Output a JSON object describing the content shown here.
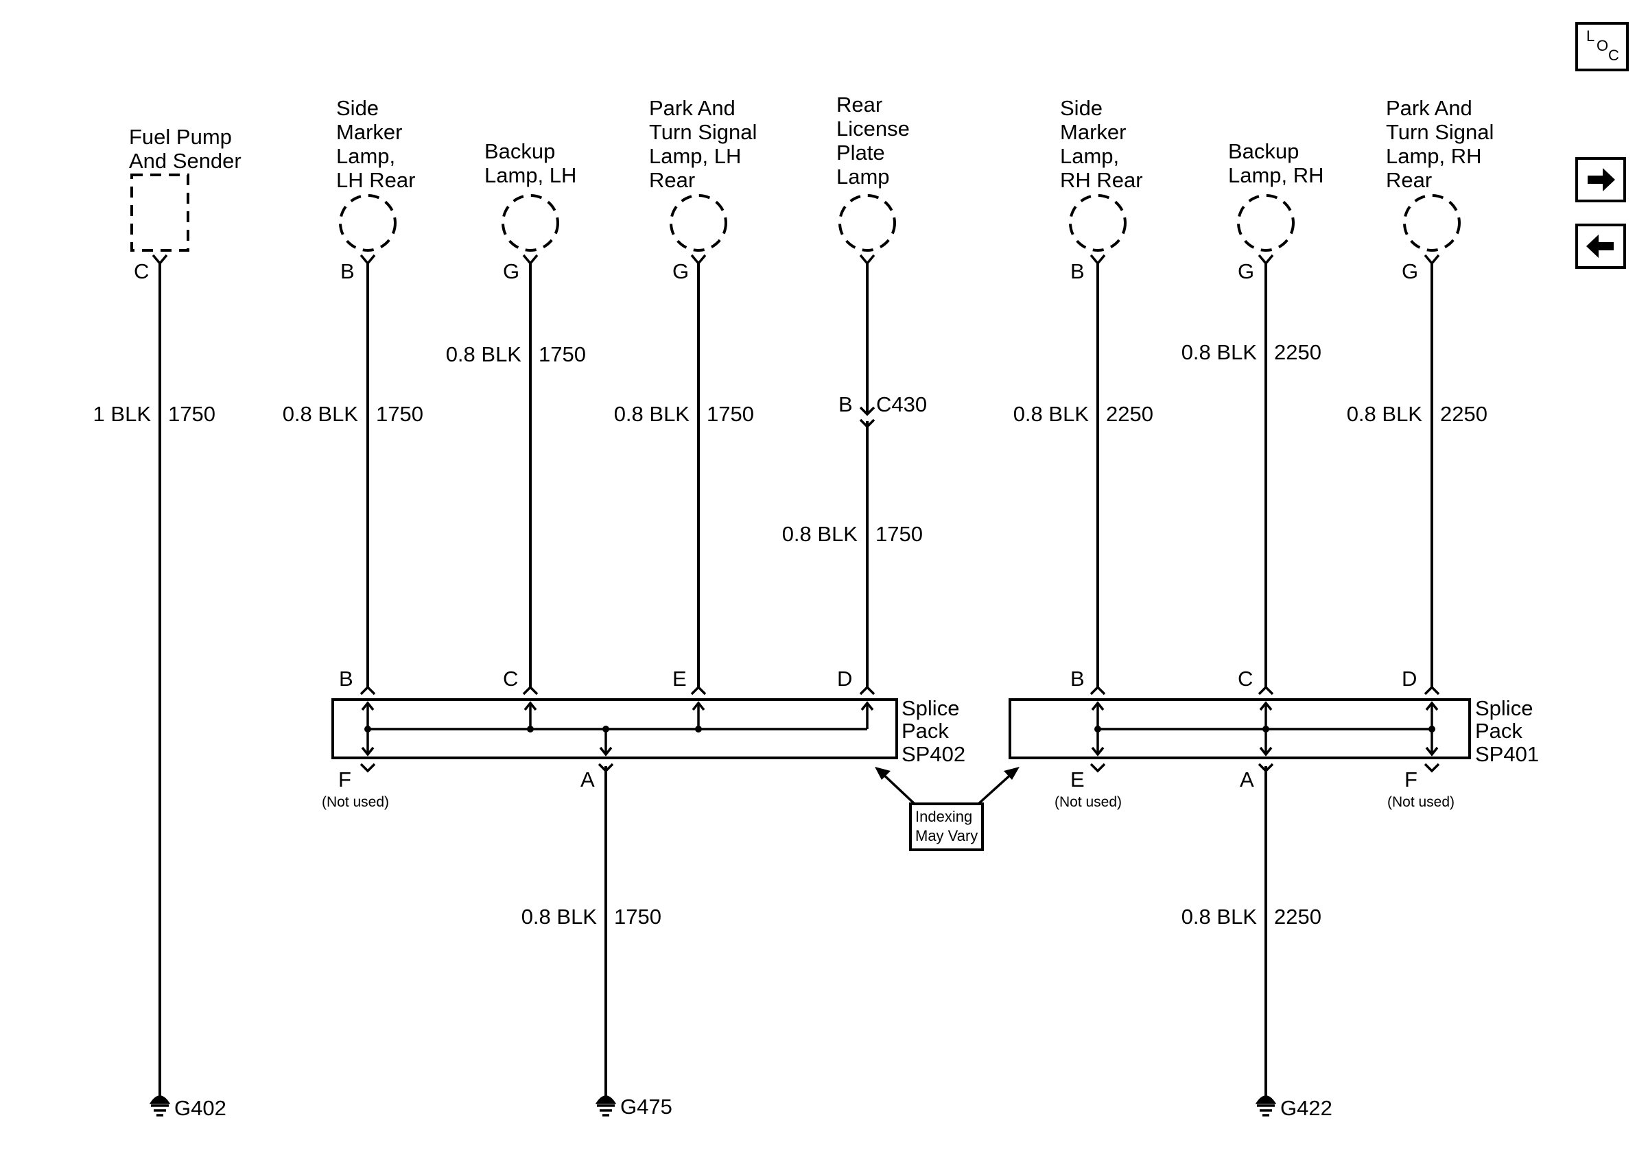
{
  "navigation": {
    "loc_button": {
      "letters": [
        "L",
        "O",
        "C"
      ],
      "icon": "loc-icon"
    },
    "next_button": {
      "icon": "arrow-right-icon"
    },
    "prev_button": {
      "icon": "arrow-left-icon"
    }
  },
  "components": {
    "fuel_pump": {
      "lines": [
        "Fuel Pump",
        "And Sender"
      ],
      "pin": "C"
    },
    "side_marker_lh": {
      "lines": [
        "Side",
        "Marker",
        "Lamp,",
        "LH Rear"
      ],
      "pin": "B"
    },
    "backup_lh": {
      "lines": [
        "Backup",
        "Lamp, LH"
      ],
      "pin": "G"
    },
    "park_turn_lh": {
      "lines": [
        "Park And",
        "Turn Signal",
        "Lamp, LH",
        "Rear"
      ],
      "pin": "G"
    },
    "license_plate": {
      "lines": [
        "Rear",
        "License",
        "Plate",
        "Lamp"
      ],
      "pin": ""
    },
    "side_marker_rh": {
      "lines": [
        "Side",
        "Marker",
        "Lamp,",
        "RH Rear"
      ],
      "pin": "B"
    },
    "backup_rh": {
      "lines": [
        "Backup",
        "Lamp, RH"
      ],
      "pin": "G"
    },
    "park_turn_rh": {
      "lines": [
        "Park And",
        "Turn Signal",
        "Lamp, RH",
        "Rear"
      ],
      "pin": "G"
    }
  },
  "wires": {
    "fuel_pump": {
      "gauge_color": "1 BLK",
      "circuit": "1750"
    },
    "side_marker_lh": {
      "gauge_color": "0.8 BLK",
      "circuit": "1750"
    },
    "backup_lh": {
      "gauge_color": "0.8 BLK",
      "circuit": "1750"
    },
    "park_turn_lh": {
      "gauge_color": "0.8 BLK",
      "circuit": "1750"
    },
    "license_plate": {
      "gauge_color": "0.8 BLK",
      "circuit": "1750"
    },
    "side_marker_rh": {
      "gauge_color": "0.8 BLK",
      "circuit": "2250"
    },
    "backup_rh": {
      "gauge_color": "0.8 BLK",
      "circuit": "2250"
    },
    "park_turn_rh": {
      "gauge_color": "0.8 BLK",
      "circuit": "2250"
    },
    "sp402_ground": {
      "gauge_color": "0.8 BLK",
      "circuit": "1750"
    },
    "sp401_ground": {
      "gauge_color": "0.8 BLK",
      "circuit": "2250"
    }
  },
  "connector_c430": {
    "pin": "B",
    "name": "C430"
  },
  "splice_packs": {
    "sp402": {
      "lines": [
        "Splice",
        "Pack",
        "SP402"
      ],
      "top_pins": [
        "B",
        "C",
        "E",
        "D"
      ],
      "bottom_pins": [
        "F",
        "A"
      ],
      "not_used": "(Not used)"
    },
    "sp401": {
      "lines": [
        "Splice",
        "Pack",
        "SP401"
      ],
      "top_pins": [
        "B",
        "C",
        "D"
      ],
      "bottom_pins": [
        "E",
        "A",
        "F"
      ],
      "not_used_e": "(Not used)",
      "not_used_f": "(Not used)"
    }
  },
  "indexing_note": {
    "lines": [
      "Indexing",
      "May Vary"
    ]
  },
  "grounds": {
    "g402": "G402",
    "g475": "G475",
    "g422": "G422"
  }
}
